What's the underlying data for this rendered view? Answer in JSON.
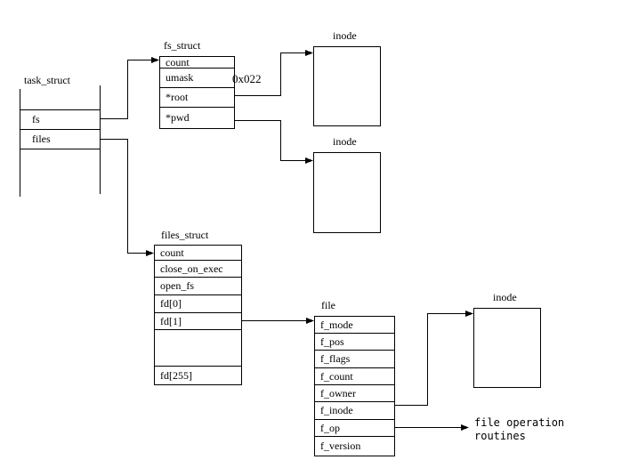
{
  "task_struct": {
    "title": "task_struct",
    "rows": [
      "fs",
      "files"
    ]
  },
  "fs_struct": {
    "title": "fs_struct",
    "rows": [
      "count",
      "umask",
      "*root",
      "*pwd"
    ],
    "umask_value": "0x022"
  },
  "files_struct": {
    "title": "files_struct",
    "rows": [
      "count",
      "close_on_exec",
      "open_fs",
      "fd[0]",
      "fd[1]",
      "fd[255]"
    ]
  },
  "file_struct": {
    "title": "file",
    "rows": [
      "f_mode",
      "f_pos",
      "f_flags",
      "f_count",
      "f_owner",
      "f_inode",
      "f_op",
      "f_version"
    ]
  },
  "inodes": {
    "top": "inode",
    "middle": "inode",
    "bottom": "inode"
  },
  "file_operation": {
    "line1": "file operation",
    "line2": "routines"
  },
  "colors": {
    "line": "#000000",
    "background": "#ffffff",
    "text": "#000000"
  }
}
